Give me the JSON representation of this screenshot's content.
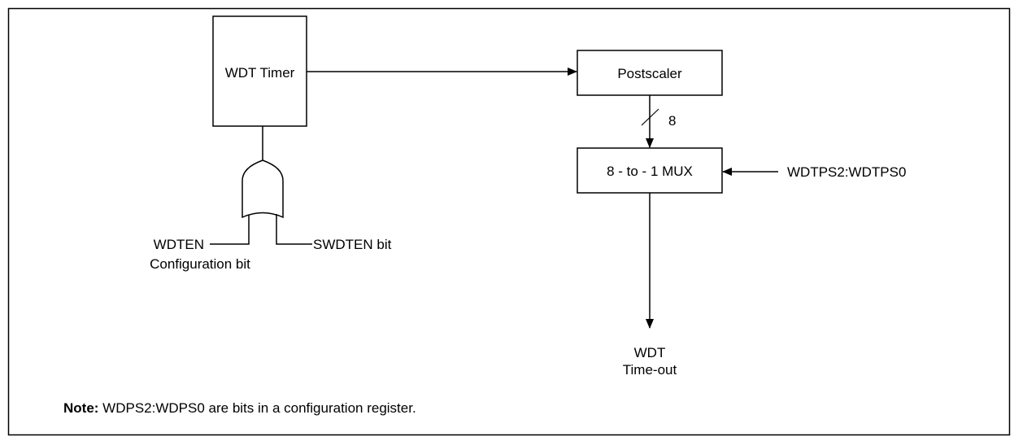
{
  "blocks": {
    "wdt_timer": "WDT Timer",
    "postscaler": "Postscaler",
    "mux": "8 - to - 1 MUX"
  },
  "signals": {
    "bus_width": "8",
    "select_input": "WDTPS2:WDTPS0",
    "wdten": "WDTEN",
    "wdten_sub": "Configuration bit",
    "swdten": "SWDTEN bit",
    "output_line1": "WDT",
    "output_line2": "Time-out"
  },
  "note": {
    "label": "Note:",
    "text": " WDPS2:WDPS0 are bits in a configuration register."
  }
}
